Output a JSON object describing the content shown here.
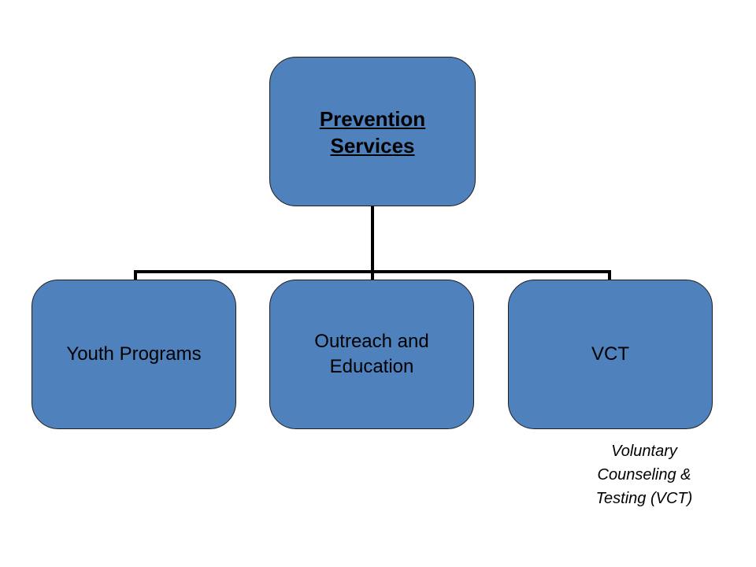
{
  "diagram": {
    "root": {
      "label": "Prevention \nServices"
    },
    "children": [
      {
        "label": "Youth Programs"
      },
      {
        "label": "Outreach and \nEducation"
      },
      {
        "label": "VCT"
      }
    ],
    "note": "Voluntary\nCounseling &\nTesting (VCT)",
    "colors": {
      "node_fill": "#4f81bd",
      "node_border": "#1f1f1f",
      "connector": "#000000"
    }
  }
}
